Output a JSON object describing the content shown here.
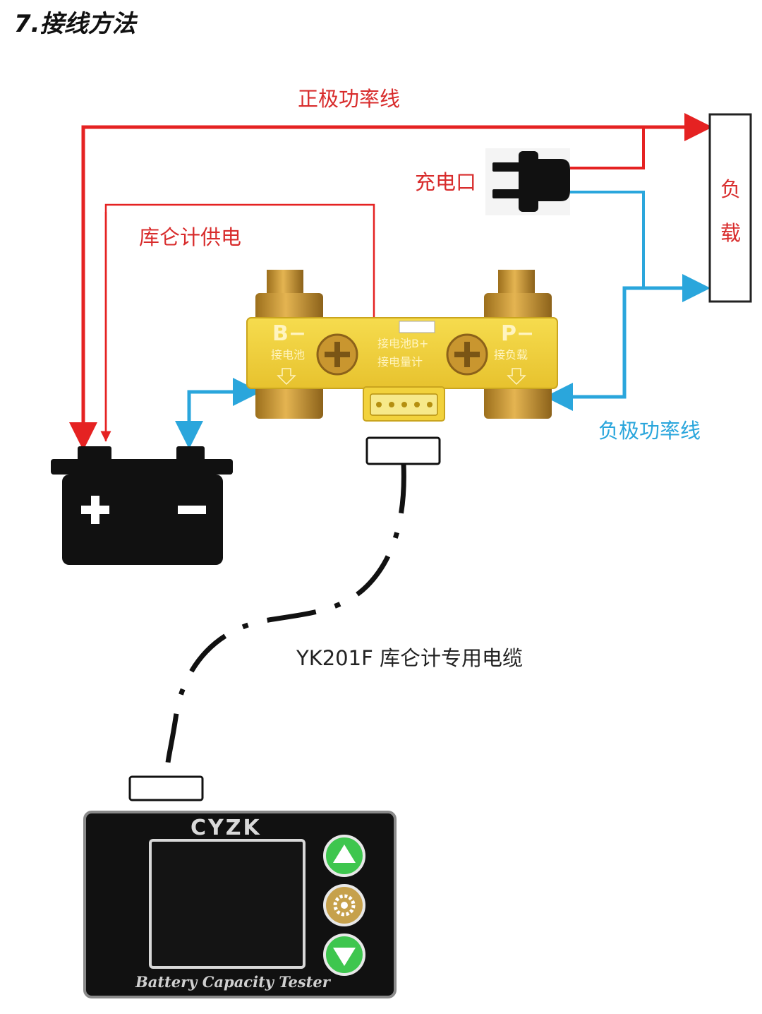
{
  "title": "7.接线方法",
  "labels": {
    "positive_power_line": "正极功率线",
    "coulomb_power": "库仑计供电",
    "charge_port": "充电口",
    "load_char1": "负",
    "load_char2": "载",
    "negative_power_line": "负极功率线",
    "cable": "YK201F 库仑计专用电缆"
  },
  "shunt": {
    "b_minus": "B−",
    "b_minus_sub": "接电池",
    "p_minus": "P−",
    "p_minus_sub": "接负载",
    "b_plus": "接电池B+",
    "meter": "接电量计"
  },
  "device": {
    "brand": "CYZK",
    "model": "Battery Capacity Tester"
  },
  "colors": {
    "positive": "#e52222",
    "negative": "#2aa6dc",
    "shunt_body": "#f2d23c",
    "brass": "#c9962f",
    "button_green": "#3ec64e",
    "button_gold": "#c6a14c"
  }
}
